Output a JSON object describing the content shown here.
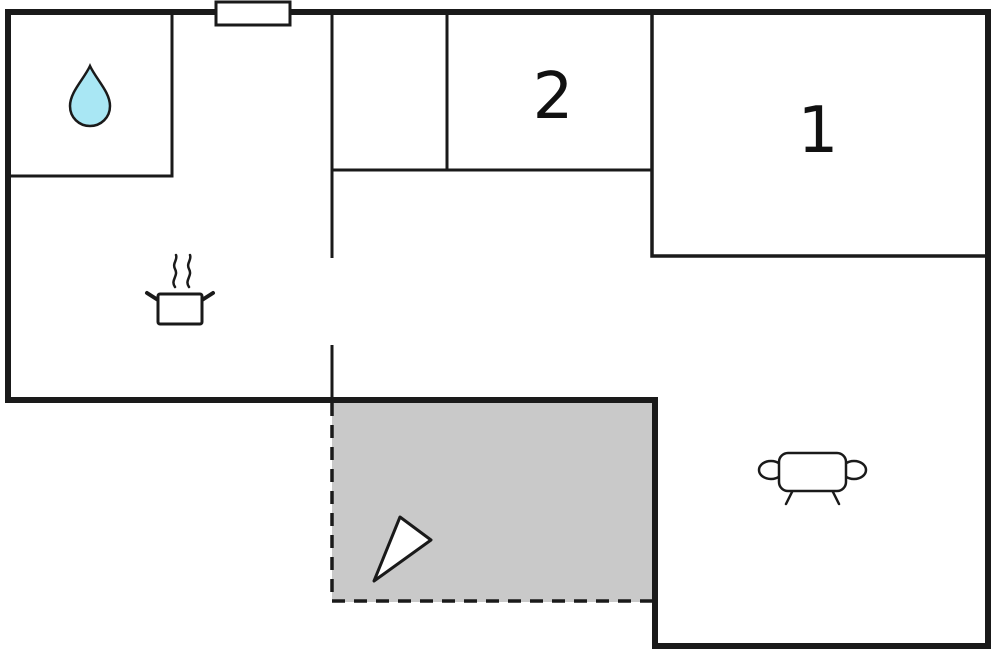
{
  "floorplan": {
    "title": "floor-plan",
    "rooms": [
      {
        "label": "1"
      },
      {
        "label": "2"
      }
    ],
    "icons": {
      "water_drop": "water-drop-icon",
      "cooking_pot": "cooking-pot-icon",
      "sofa": "sofa-icon",
      "north_arrow": "north-arrow-icon",
      "door_window": "door-window-marker"
    },
    "colors": {
      "wall": "#1a1a1a",
      "terrace_fill": "#c9c9c9",
      "water_drop_fill": "#a9e7f4",
      "background": "#ffffff"
    }
  }
}
